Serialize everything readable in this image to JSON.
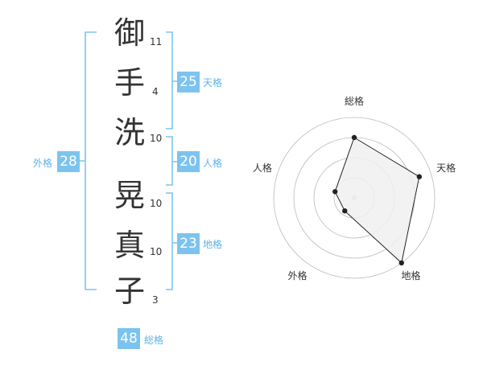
{
  "colors": {
    "accent": "#7cc4ef",
    "accent_text": "#5fb3e6",
    "text": "#333333",
    "grid": "#bbbbbb",
    "fill": "#f0f0f0",
    "point": "#222222",
    "center": "#cccccc"
  },
  "characters": [
    {
      "char": "御",
      "strokes": "11"
    },
    {
      "char": "手",
      "strokes": "4"
    },
    {
      "char": "洗",
      "strokes": "10"
    },
    {
      "char": "晃",
      "strokes": "10"
    },
    {
      "char": "真",
      "strokes": "10"
    },
    {
      "char": "子",
      "strokes": "3"
    }
  ],
  "kaku": {
    "tenkaku": {
      "value": "25",
      "label": "天格"
    },
    "jinkaku": {
      "value": "20",
      "label": "人格"
    },
    "chikaku": {
      "value": "23",
      "label": "地格"
    },
    "gaikaku": {
      "value": "28",
      "label": "外格"
    },
    "soukaku": {
      "value": "48",
      "label": "総格"
    }
  },
  "chart_data": {
    "type": "radar",
    "axes": [
      "総格",
      "天格",
      "地格",
      "外格",
      "人格"
    ],
    "levels": 4,
    "values": [
      0.75,
      0.85,
      1.0,
      0.2,
      0.25
    ]
  }
}
